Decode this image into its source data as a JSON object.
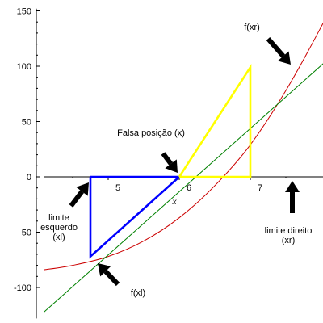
{
  "chart_data": {
    "type": "line",
    "title": "",
    "xlabel": "x",
    "ylabel": "",
    "xlim": [
      4.1,
      8.3
    ],
    "ylim": [
      -128,
      152
    ],
    "x_ticks": [
      5,
      6,
      7
    ],
    "y_ticks": [
      -100,
      -50,
      0,
      50,
      100,
      150
    ],
    "grid": false,
    "series": [
      {
        "color": "#cc0000",
        "x": [
          4.1,
          4.5,
          5.0,
          5.5,
          6.0,
          6.5,
          7.0,
          7.5,
          8.0,
          8.3
        ],
        "y": [
          -84,
          -80,
          -72,
          -58,
          -37,
          -8,
          29,
          78,
          136,
          175
        ]
      },
      {
        "color": "#008000",
        "x": [
          4.1,
          8.3
        ],
        "y": [
          -122,
          118
        ]
      },
      {
        "color": "#0000ff",
        "x": [
          4.75,
          6.0,
          4.75,
          4.75
        ],
        "y": [
          0,
          0,
          -72,
          0
        ]
      },
      {
        "color": "#ffff00",
        "x": [
          6.0,
          7.0,
          7.0,
          6.0
        ],
        "y": [
          0,
          99,
          0,
          0
        ]
      }
    ],
    "annotations": [
      {
        "id": "fxr",
        "text": "f(xr)",
        "x": 7.0,
        "y": 99
      },
      {
        "id": "falsa",
        "text": "Falsa posição (x)",
        "x": 6.0,
        "y": 0
      },
      {
        "id": "xl",
        "lines": [
          "limite",
          "esquerdo",
          "(xl)"
        ],
        "x": 4.75,
        "y": 0
      },
      {
        "id": "xr",
        "lines": [
          "limite direito",
          "(xr)"
        ],
        "x": 7.0,
        "y": 0
      },
      {
        "id": "fxl",
        "text": "f(xl)",
        "x": 4.75,
        "y": -72
      }
    ]
  }
}
